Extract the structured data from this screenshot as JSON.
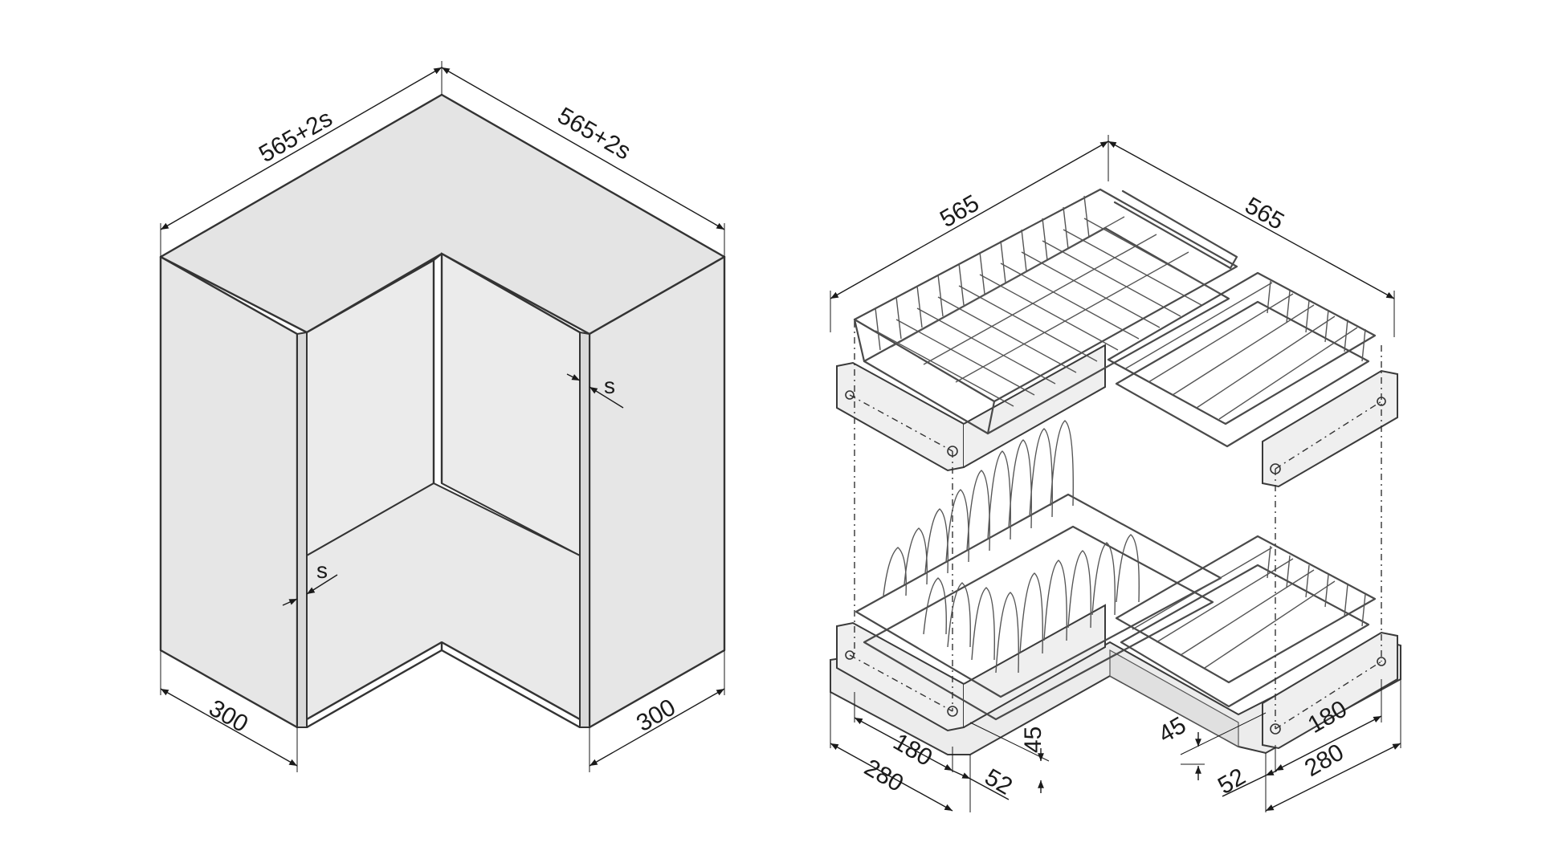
{
  "colors": {
    "cabinet_fill": "#e5e5e5",
    "cabinet_inner": "#ebebeb",
    "line": "#1a1a1a",
    "wire": "#4a4a4a",
    "background": "#ffffff"
  },
  "cabinet": {
    "dim_top_left": "565+2s",
    "dim_top_right": "565+2s",
    "dim_bottom_left": "300",
    "dim_bottom_right": "300",
    "dim_gap_right": "s",
    "dim_gap_left": "s"
  },
  "basket": {
    "dim_top_left": "565",
    "dim_top_right": "565",
    "dim_left_180": "180",
    "dim_left_280": "280",
    "dim_left_45": "45",
    "dim_left_52": "52",
    "dim_right_45": "45",
    "dim_right_52": "52",
    "dim_right_180": "180",
    "dim_right_280": "280"
  }
}
